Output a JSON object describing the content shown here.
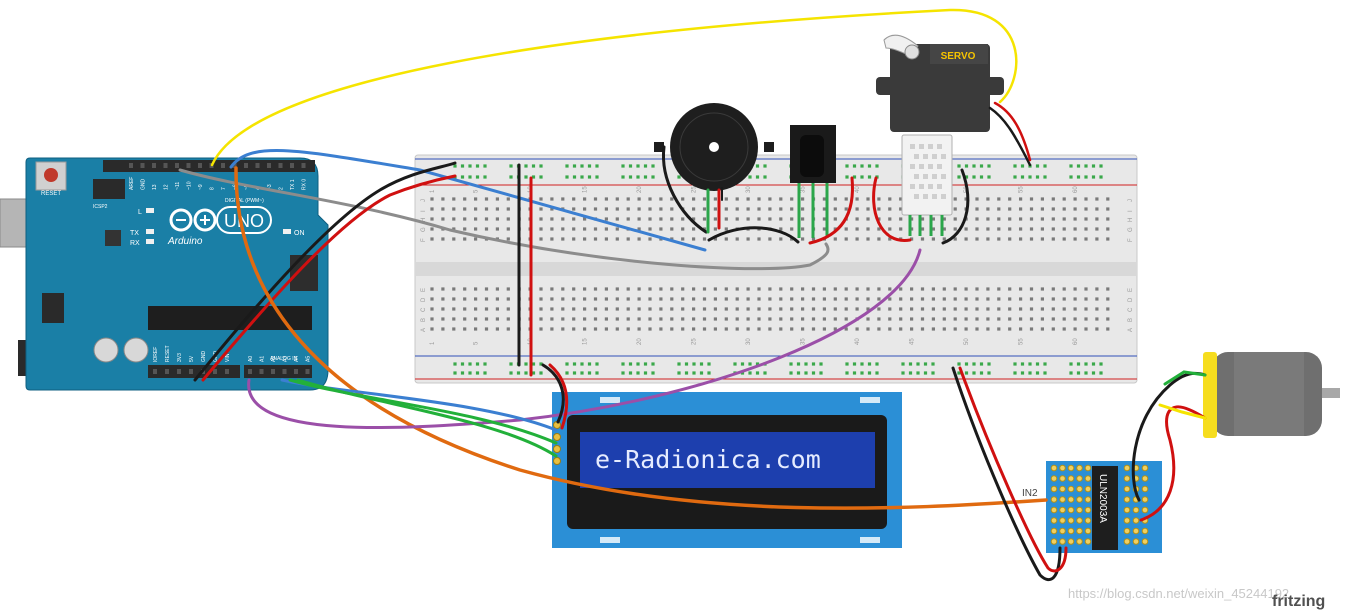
{
  "arduino": {
    "reset_label": "RESET",
    "icsp_label": "ICSP2",
    "brand": "Arduino",
    "model": "UNO",
    "digital_header_label": "DIGITAL (PWM~)",
    "analog_header_label": "ANALOG IN",
    "led_labels": [
      "L",
      "TX",
      "RX",
      "ON"
    ],
    "top_pin_labels": [
      "AREF",
      "GND",
      "13",
      "12",
      "~11",
      "~10",
      "~9",
      "8",
      "7",
      "~6",
      "~5",
      "4",
      "~3",
      "2",
      "TX 1",
      "RX 0"
    ],
    "power_pin_labels": [
      "IOREF",
      "RESET",
      "3V3",
      "5V",
      "GND",
      "GND",
      "VIN"
    ],
    "analog_pin_labels": [
      "A0",
      "A1",
      "A2",
      "A3",
      "A4",
      "A5"
    ]
  },
  "breadboard": {
    "column_numbers": [
      "1",
      "5",
      "10",
      "15",
      "20",
      "25",
      "30",
      "35",
      "40",
      "45",
      "50",
      "55",
      "60"
    ],
    "row_letters_top": [
      "J",
      "I",
      "H",
      "G",
      "F"
    ],
    "row_letters_bottom": [
      "E",
      "D",
      "C",
      "B",
      "A"
    ]
  },
  "servo": {
    "label": "SERVO"
  },
  "lcd": {
    "text": "e-Radionica.com"
  },
  "driver": {
    "chip_label": "ULN2003A",
    "input_label": "IN2"
  },
  "watermark": "https://blog.csdn.net/weixin_45244192",
  "brand_mark": "fritzing",
  "colors": {
    "wire_yellow": "#f5e400",
    "wire_blue": "#3b7fd1",
    "wire_gray": "#8c8c8c",
    "wire_black": "#1a1a1a",
    "wire_red": "#d01010",
    "wire_orange": "#e06a10",
    "wire_green": "#22b03a",
    "wire_purple": "#9b4fa8",
    "arduino_board": "#1a7fa6",
    "lcd_board": "#2b8fd6",
    "lcd_screen": "#1d3fae",
    "breadboard": "#e8e8e8",
    "motor_cap": "#f6dd1e"
  }
}
